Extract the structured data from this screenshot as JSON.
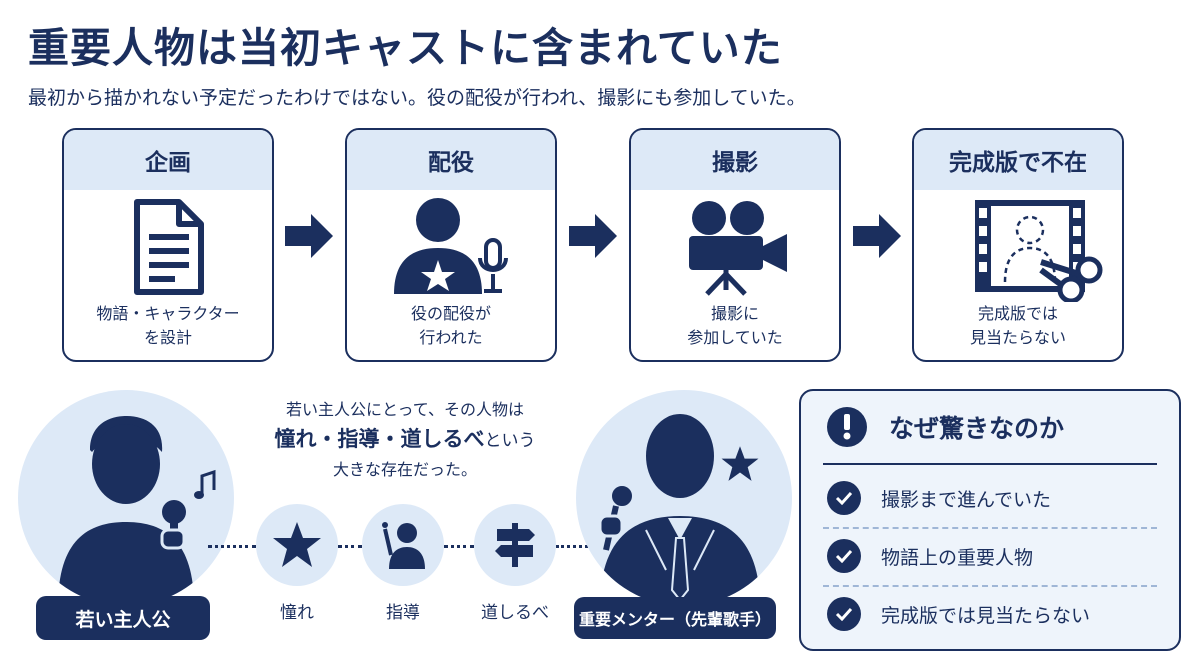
{
  "header": {
    "title": "重要人物は当初キャストに含まれていた",
    "subtitle": "最初から描かれない予定だったわけではない。役の配役が行われ、撮影にも参加していた。"
  },
  "steps": [
    {
      "title": "企画",
      "icon": "document-icon",
      "caption": [
        "物語・キャラクター",
        "を設計"
      ]
    },
    {
      "title": "配役",
      "icon": "actor-with-mic-icon",
      "caption": [
        "役の配役が",
        "行われた"
      ]
    },
    {
      "title": "撮影",
      "icon": "movie-camera-icon",
      "caption": [
        "撮影に",
        "参加していた"
      ]
    },
    {
      "title": "完成版で不在",
      "icon": "film-cut-icon",
      "caption": [
        "完成版では",
        "見当たらない"
      ]
    }
  ],
  "relation": {
    "line1": "若い主人公にとって、その人物は",
    "emphasis": "憧れ・指導・道しるべ",
    "line2_suffix": "という",
    "line3": "大きな存在だった。",
    "left_label": "若い主人公",
    "right_label": "重要メンター（先輩歌手）",
    "links": [
      {
        "label": "憧れ",
        "icon": "star-icon"
      },
      {
        "label": "指導",
        "icon": "pointing-person-icon"
      },
      {
        "label": "道しるべ",
        "icon": "signpost-icon"
      }
    ]
  },
  "why": {
    "title": "なぜ驚きなのか",
    "items": [
      "撮影まで進んでいた",
      "物語上の重要人物",
      "完成版では見当たらない"
    ]
  },
  "colors": {
    "navy": "#1b2f5e",
    "light_blue": "#dde9f7",
    "panel_bg": "#eef4fb"
  }
}
